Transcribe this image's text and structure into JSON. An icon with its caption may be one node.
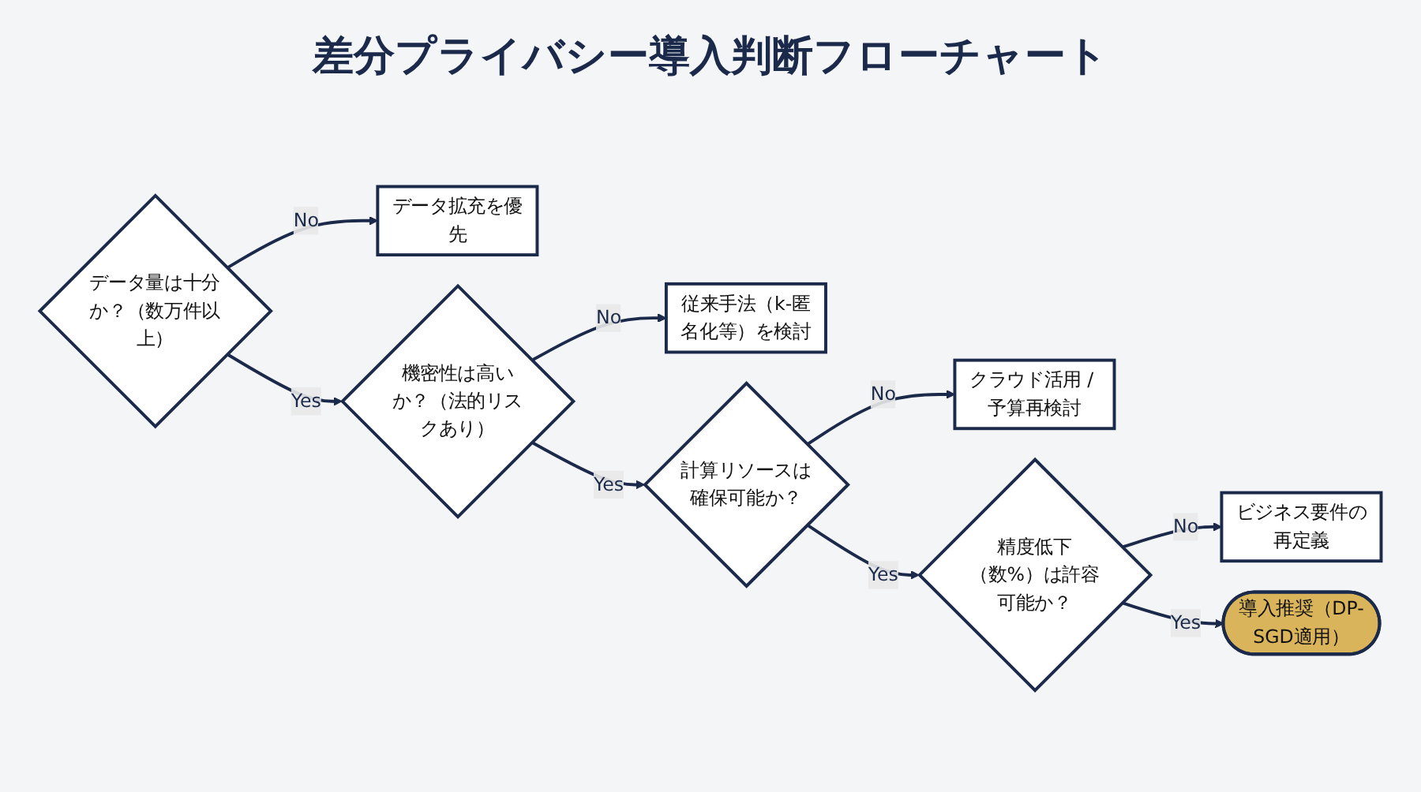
{
  "diagram": {
    "title": "差分プライバシー導入判断フローチャート",
    "nodes": [
      {
        "text": [
          "データ量は十分か？（数万件以上）"
        ]
      },
      {
        "text": [
          "データ拡充を優先"
        ]
      },
      {
        "text": [
          "機密性は高いか？（法的リスクあり）"
        ]
      },
      {
        "text": [
          "従来手法（k-匿名化等）を検討"
        ]
      },
      {
        "text": [
          "計算リソースは確保可能か？"
        ]
      },
      {
        "text": [
          "クラウド活用 / 予算再検討"
        ]
      },
      {
        "text": [
          "精度低下（数%）は許容可能か？"
        ]
      },
      {
        "text": [
          "ビジネス要件の再定義"
        ]
      },
      {
        "text": [
          "導入推奨（DP-SGD適用）"
        ]
      }
    ],
    "edges": [
      {
        "from": 0,
        "to": 1,
        "arrow": "to",
        "label": "No"
      },
      {
        "from": 0,
        "to": 2,
        "arrow": "to",
        "label": "Yes"
      },
      {
        "from": 2,
        "to": 3,
        "arrow": "to",
        "label": "No"
      },
      {
        "from": 2,
        "to": 4,
        "arrow": "to",
        "label": "Yes"
      },
      {
        "from": 4,
        "to": 5,
        "arrow": "to",
        "label": "No"
      },
      {
        "from": 4,
        "to": 6,
        "arrow": "to",
        "label": "Yes"
      },
      {
        "from": 6,
        "to": 7,
        "arrow": "to",
        "label": "No"
      },
      {
        "from": 6,
        "to": 8,
        "arrow": "to",
        "label": "Yes"
      }
    ]
  }
}
